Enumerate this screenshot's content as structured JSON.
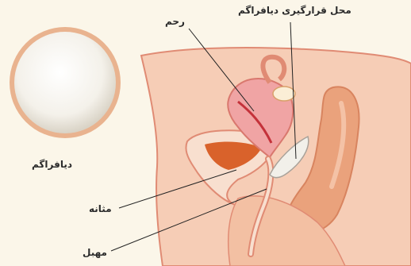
{
  "labels": {
    "diaphragm": "دیافراگم",
    "uterus": "رحم",
    "diaphragm_location": "محل قرارگیری دیافراگم",
    "bladder": "مثانه",
    "vagina": "مهبل"
  },
  "colors": {
    "background": "#fbf6e9",
    "skin": "#f6cdb6",
    "tissue_outline": "#e08b74",
    "uterus": "#f0a4a4",
    "bladder_lining": "#d9622b",
    "diaphragm_device": "#f2f0ea",
    "leader_line": "#222222"
  }
}
